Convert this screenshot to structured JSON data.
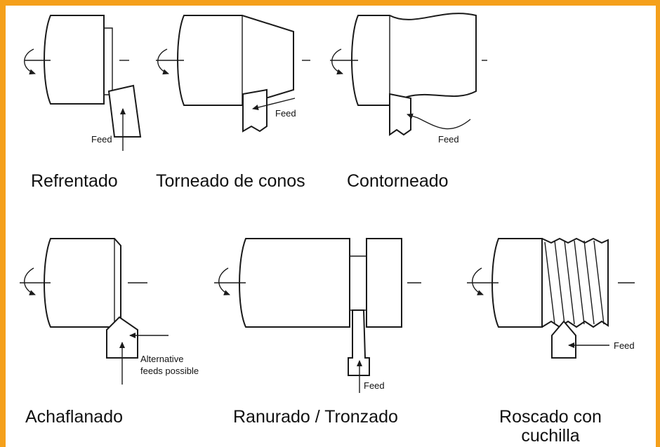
{
  "diagrams": [
    {
      "caption": "Refrentado",
      "labels": [
        "Feed"
      ]
    },
    {
      "caption": "Torneado de conos",
      "labels": [
        "Feed"
      ]
    },
    {
      "caption": "Contorneado",
      "labels": [
        "Feed"
      ]
    },
    {
      "caption": "Achaflanado",
      "labels": [
        "Alternative",
        "feeds possible"
      ]
    },
    {
      "caption": "Ranurado / Tronzado",
      "labels": [
        "Feed"
      ]
    },
    {
      "caption": "Roscado con cuchilla",
      "caption_lines": [
        "Roscado con",
        "cuchilla"
      ],
      "labels": [
        "Feed"
      ]
    }
  ],
  "colors": {
    "border": "#f5a01b",
    "line": "#1a1a1a"
  }
}
